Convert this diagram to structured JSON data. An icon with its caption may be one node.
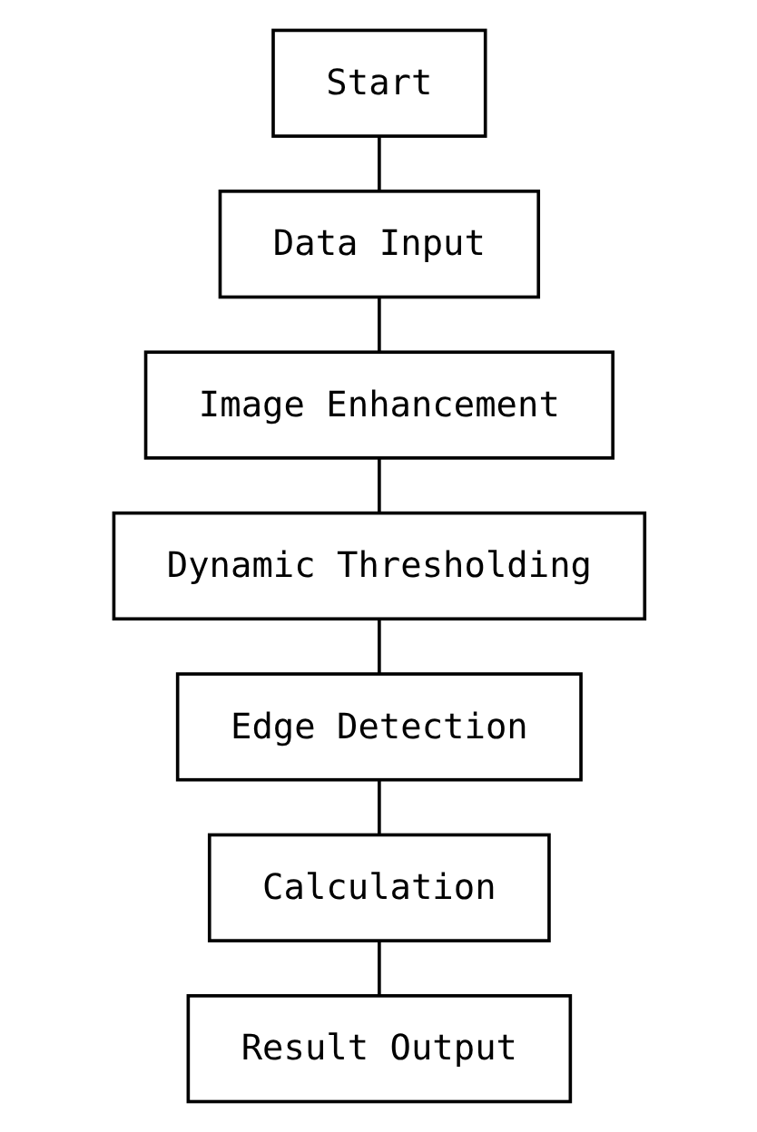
{
  "diagram": {
    "nodes": [
      {
        "text": [
          "Start"
        ]
      },
      {
        "text": [
          "Data Input"
        ]
      },
      {
        "text": [
          "Image Enhancement"
        ]
      },
      {
        "text": [
          "Dynamic Thresholding"
        ]
      },
      {
        "text": [
          "Edge Detection"
        ]
      },
      {
        "text": [
          "Calculation"
        ]
      },
      {
        "text": [
          "Result Output"
        ]
      }
    ],
    "edges": [
      {
        "from": 0,
        "to": 1,
        "arrow": "none"
      },
      {
        "from": 1,
        "to": 2,
        "arrow": "none"
      },
      {
        "from": 2,
        "to": 3,
        "arrow": "none"
      },
      {
        "from": 3,
        "to": 4,
        "arrow": "none"
      },
      {
        "from": 4,
        "to": 5,
        "arrow": "none"
      },
      {
        "from": 5,
        "to": 6,
        "arrow": "none"
      }
    ]
  }
}
